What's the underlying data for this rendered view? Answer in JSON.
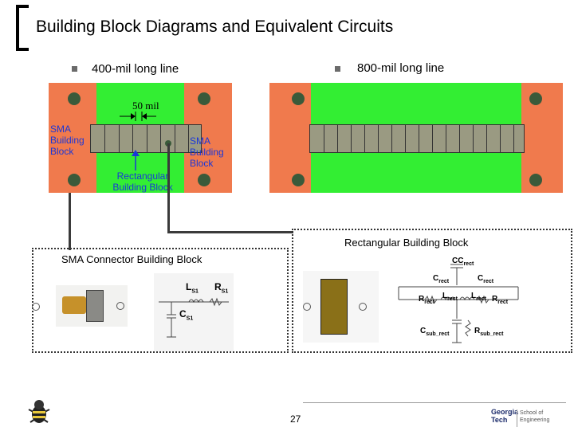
{
  "slide": {
    "title": "Building Block Diagrams and Equivalent Circuits",
    "page_number": "27"
  },
  "bullets": [
    {
      "label": "400-mil long line"
    },
    {
      "label": "800-mil long line"
    }
  ],
  "labels": {
    "dimension": "50 mil",
    "sma_left": "SMA Building Block",
    "sma_right": "SMA Building Block",
    "rect_block": "Rectangular Building Block",
    "rect_section_title": "Rectangular Building Block",
    "sma_section_title": "SMA Connector Building Block"
  },
  "sma_circuit": {
    "inductor": "L",
    "inductor_sub": "S1",
    "resistor": "R",
    "resistor_sub": "S1",
    "capacitor": "C",
    "capacitor_sub": "S1"
  },
  "rect_circuit": {
    "cc": "CC",
    "cc_sub": "rect",
    "c_left": "C",
    "c_left_sub": "rect",
    "c_right": "C",
    "c_right_sub": "rect",
    "r_left": "R",
    "r_left_sub": "rect",
    "l_left": "L",
    "l_left_sub": "rect",
    "l_right": "L",
    "l_right_sub": "rect",
    "r_right": "R",
    "r_right_sub": "rect",
    "c_sub": "C",
    "c_sub_sub": "sub_rect",
    "r_sub": "R",
    "r_sub_sub": "sub_rect"
  },
  "logo": {
    "text_line1": "Georgia",
    "text_line2": "Tech",
    "text_line3": "School of",
    "text_line4": "Engineering"
  },
  "colors": {
    "board_green": "#33ee33",
    "pad_orange": "#f07a4d",
    "label_blue": "#1a37d8"
  }
}
